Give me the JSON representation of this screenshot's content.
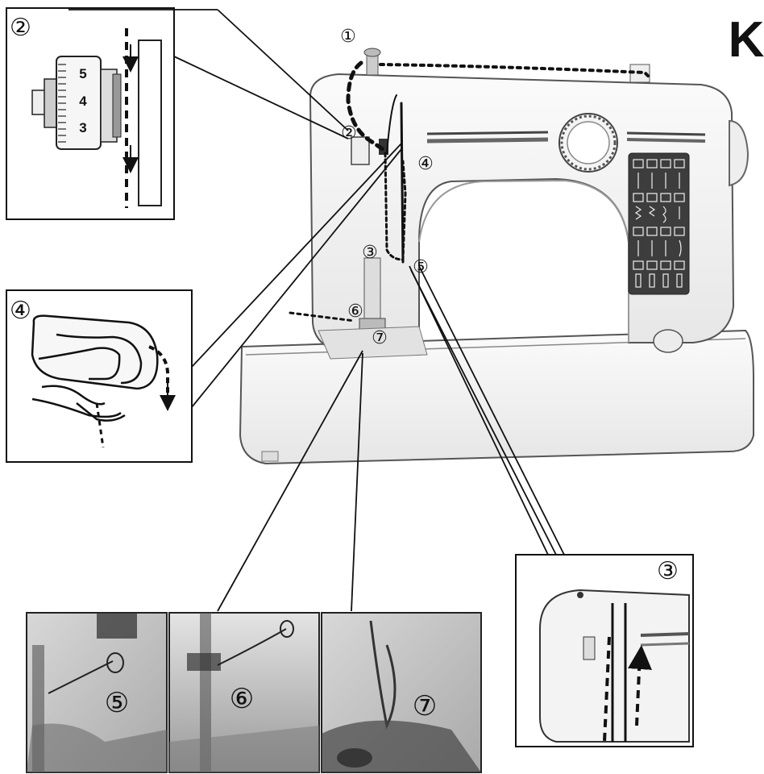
{
  "page_letter": "K",
  "step_markers": {
    "s1": "①",
    "s2": "②",
    "s3": "③",
    "s4": "④",
    "s5": "⑤",
    "s6": "⑥",
    "s7": "⑦"
  },
  "tension_dial_numbers": [
    "5",
    "4",
    "3"
  ],
  "callouts": [
    {
      "id": "step-2-detail",
      "marker": "②"
    },
    {
      "id": "step-4-detail",
      "marker": "④"
    },
    {
      "id": "step-3-detail",
      "marker": "③"
    },
    {
      "id": "step-5-photo",
      "marker": "⑤"
    },
    {
      "id": "step-6-photo",
      "marker": "⑥"
    },
    {
      "id": "step-7-photo",
      "marker": "⑦"
    }
  ],
  "icons": [
    "sewing-machine-icon",
    "tension-dial-icon",
    "take-up-lever-icon",
    "arrow-down-icon",
    "arrow-up-icon"
  ]
}
